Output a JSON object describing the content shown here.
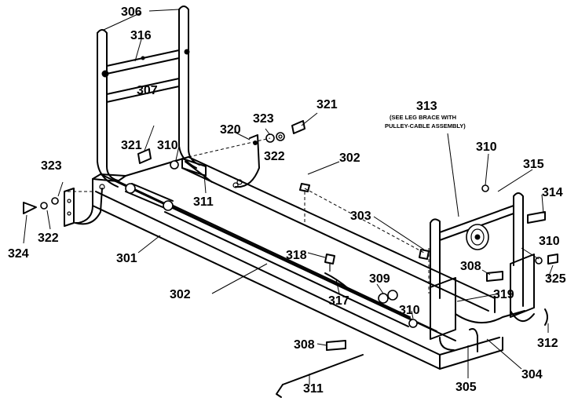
{
  "callouts": {
    "c306": "306",
    "c316": "316",
    "c307": "307",
    "c321a": "321",
    "c323a": "323",
    "c320": "320",
    "c322a": "322",
    "c321b": "321",
    "c310a": "310",
    "c311a": "311",
    "c323b": "323",
    "c322b": "322",
    "c324": "324",
    "c302a": "302",
    "c313": "313",
    "c310b": "310",
    "c315": "315",
    "c314": "314",
    "c303": "303",
    "c310c": "310",
    "c308a": "308",
    "c325": "325",
    "c301": "301",
    "c318": "318",
    "c309": "309",
    "c319": "319",
    "c302b": "302",
    "c317": "317",
    "c310d": "310",
    "c312": "312",
    "c308b": "308",
    "c304": "304",
    "c311b": "311",
    "c305": "305"
  },
  "note": {
    "line1": "(SEE LEG BRACE WITH",
    "line2": "PULLEY-CABLE ASSEMBLY)"
  }
}
